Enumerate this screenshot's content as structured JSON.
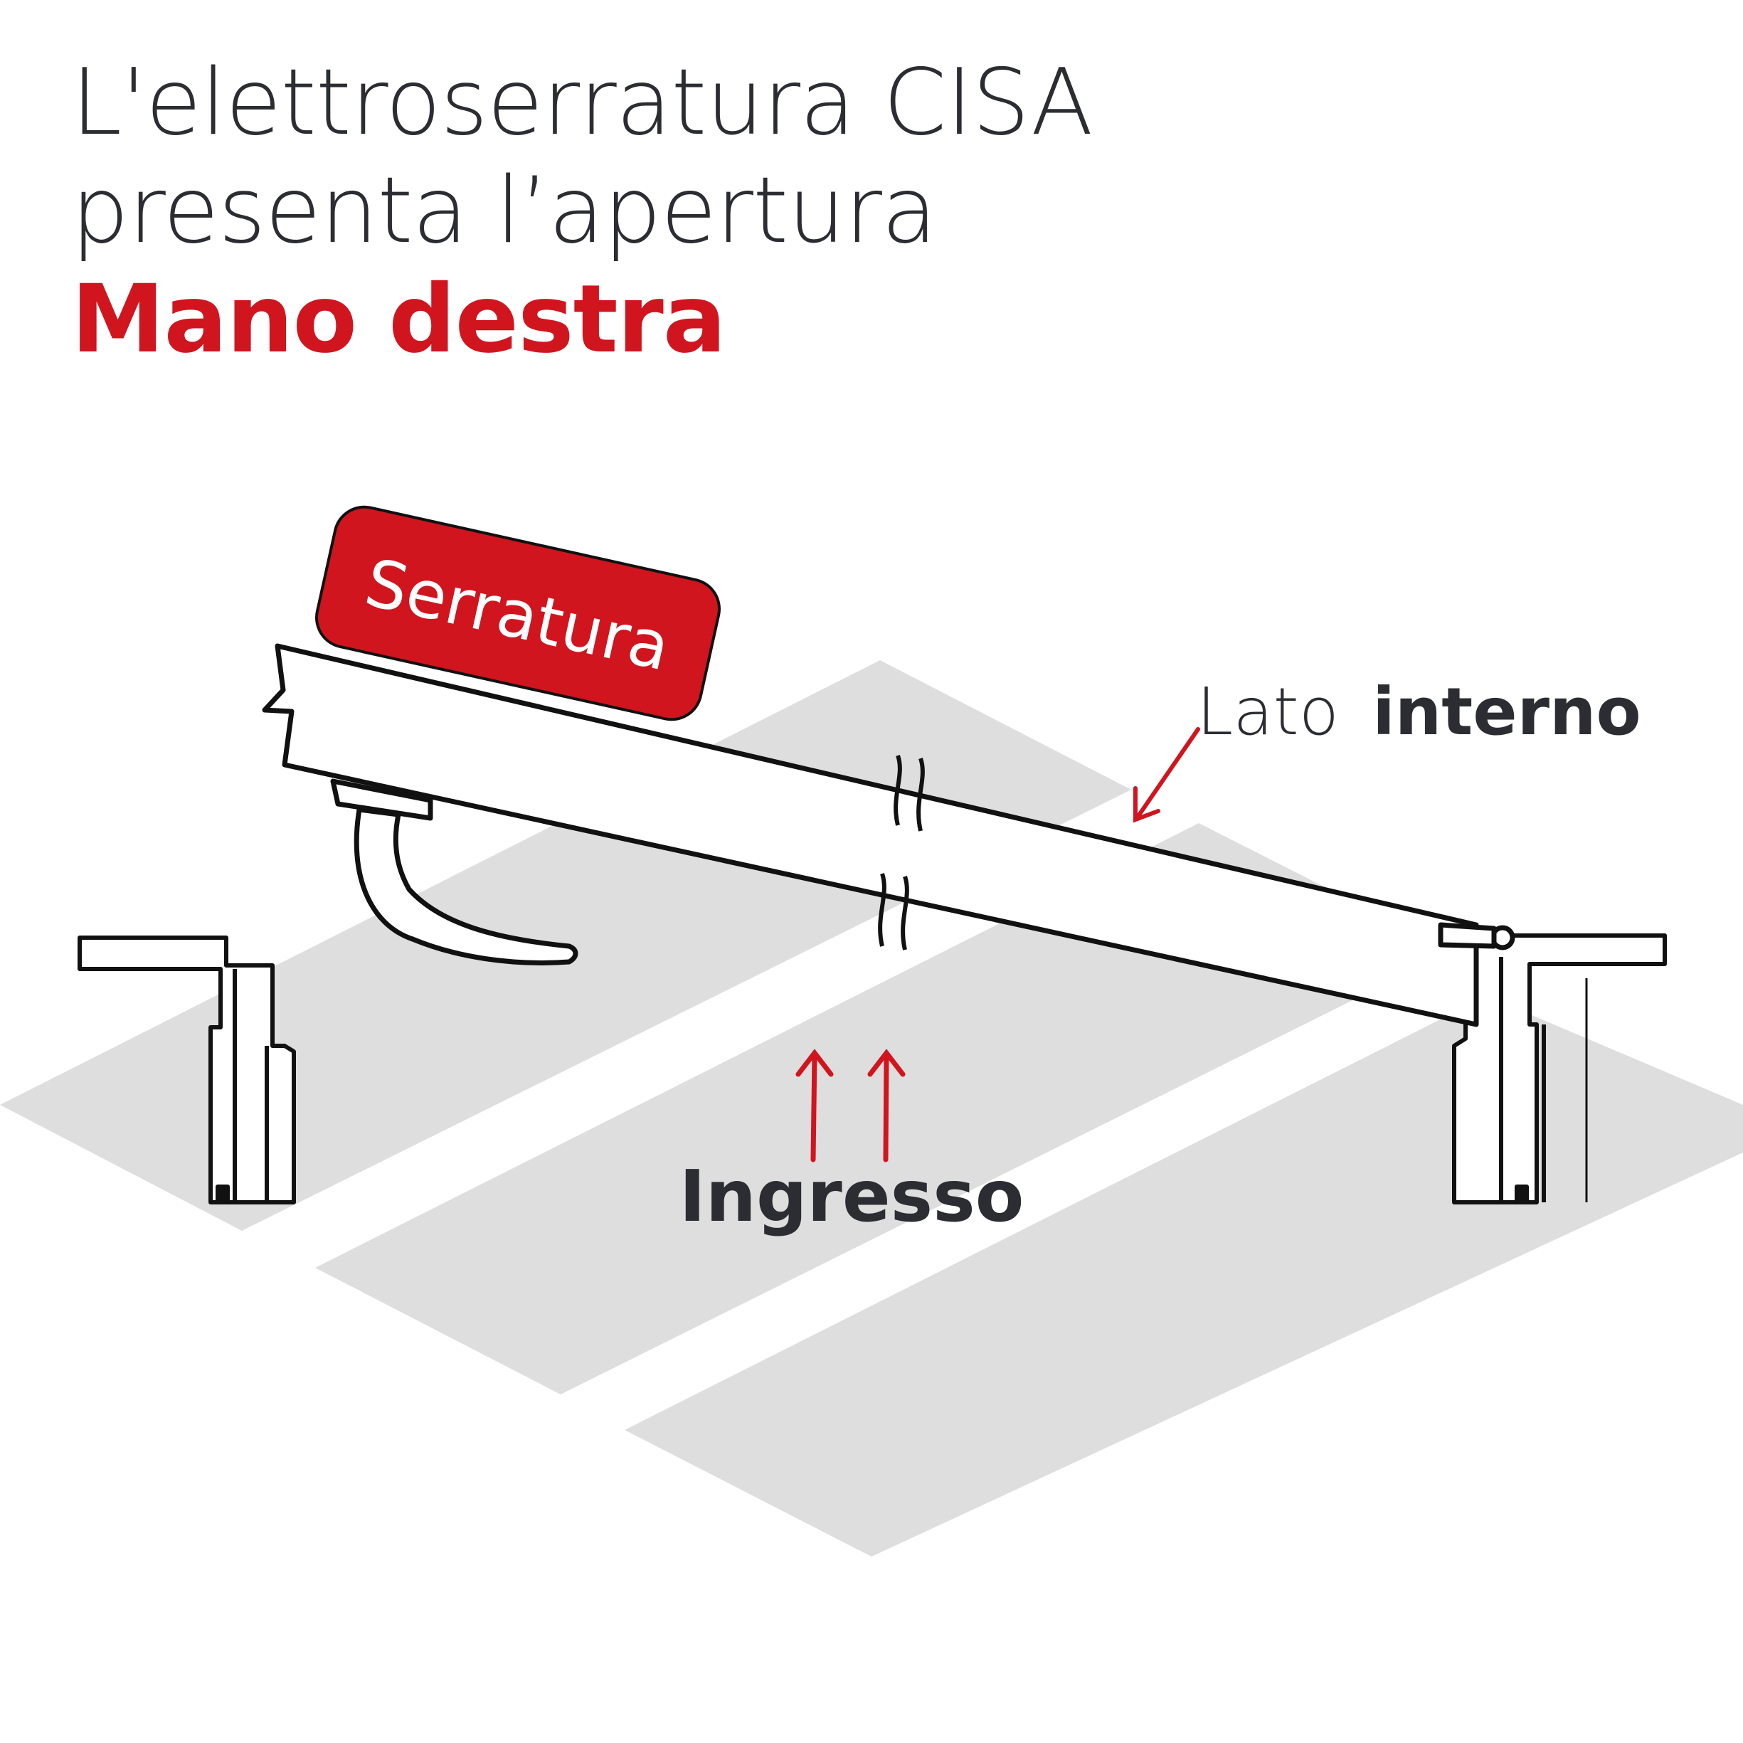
{
  "title": {
    "line1": "L'elettroserratura CISA",
    "line2": "presenta l’apertura",
    "line3": "Mano destra"
  },
  "labels": {
    "lock": "Serratura",
    "side_light": "Lato",
    "side_bold": "interno",
    "entrance": "Ingresso"
  },
  "colors": {
    "accent": "#d0151e",
    "text": "#2b2d33",
    "floor": "#dedede",
    "stroke": "#111111"
  }
}
